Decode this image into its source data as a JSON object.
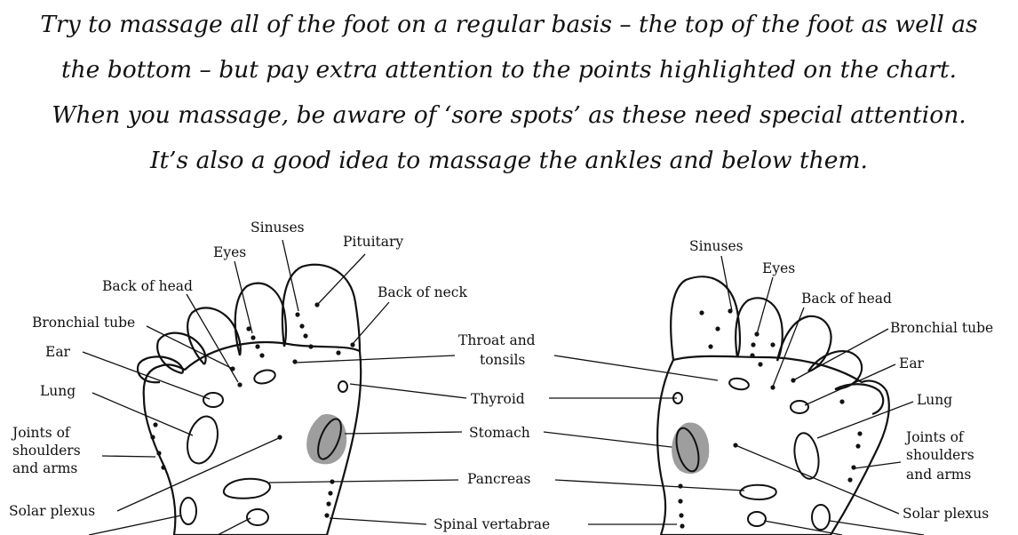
{
  "intro_lines": [
    "Try to massage all of the foot on a regular basis – the top of the foot as well as",
    "the bottom – but pay extra attention to the points highlighted on the chart.",
    "When you massage, be aware of ‘sore spots’ as these need special attention.",
    "It’s also a good idea to massage the ankles and below them."
  ],
  "left_foot_labels": {
    "sinuses": "Sinuses",
    "eyes": "Eyes",
    "pituitary": "Pituitary",
    "back_of_head": "Back of head",
    "back_of_neck": "Back of neck",
    "bronchial_tube": "Bronchial tube",
    "ear": "Ear",
    "lung": "Lung",
    "joints_line1": "Joints of",
    "joints_line2": "shoulders",
    "joints_line3": "and arms",
    "solar_plexus": "Solar plexus"
  },
  "center_labels": {
    "throat_line1": "Throat and",
    "throat_line2": "tonsils",
    "thyroid": "Thyroid",
    "stomach": "Stomach",
    "pancreas": "Pancreas",
    "spinal_vertabrae": "Spinal vertabrae"
  },
  "right_foot_labels": {
    "sinuses": "Sinuses",
    "eyes": "Eyes",
    "back_of_head": "Back of head",
    "bronchial_tube": "Bronchial tube",
    "ear": "Ear",
    "lung": "Lung",
    "joints_line1": "Joints of",
    "joints_line2": "shoulders",
    "joints_line3": "and arms",
    "solar_plexus": "Solar plexus"
  },
  "colors": {
    "ink": "#111111",
    "shade": "#9e9e9e",
    "background": "#ffffff"
  }
}
